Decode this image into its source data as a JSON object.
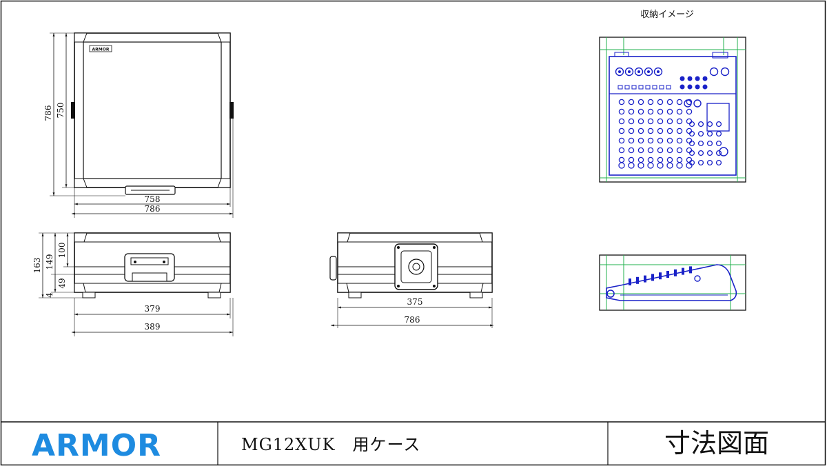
{
  "title_block": {
    "logo_text": "ARMOR",
    "model": "MG12XUK　用ケース",
    "drawing_title": "寸法図面"
  },
  "colors": {
    "logo_blue": "#1e8be0",
    "mixer_blue": "#1a22c8",
    "guide_green": "#22b14c",
    "line": "#111111"
  },
  "front_view": {
    "badge": "ARMOR",
    "dim_width_inner": "758",
    "dim_width_outer": "786",
    "dim_height_outer": "786",
    "dim_height_inner": "750"
  },
  "side_view": {
    "dim_width_inner": "379",
    "dim_width_outer": "389",
    "dim_height_total": "163",
    "dim_height_body": "149",
    "dim_height_lid": "100",
    "dim_height_base": "49",
    "dim_height_foot": "4"
  },
  "back_view": {
    "dim_width_inner": "375",
    "dim_width_outer": "786"
  },
  "storage_image": {
    "caption": "収納イメージ"
  }
}
